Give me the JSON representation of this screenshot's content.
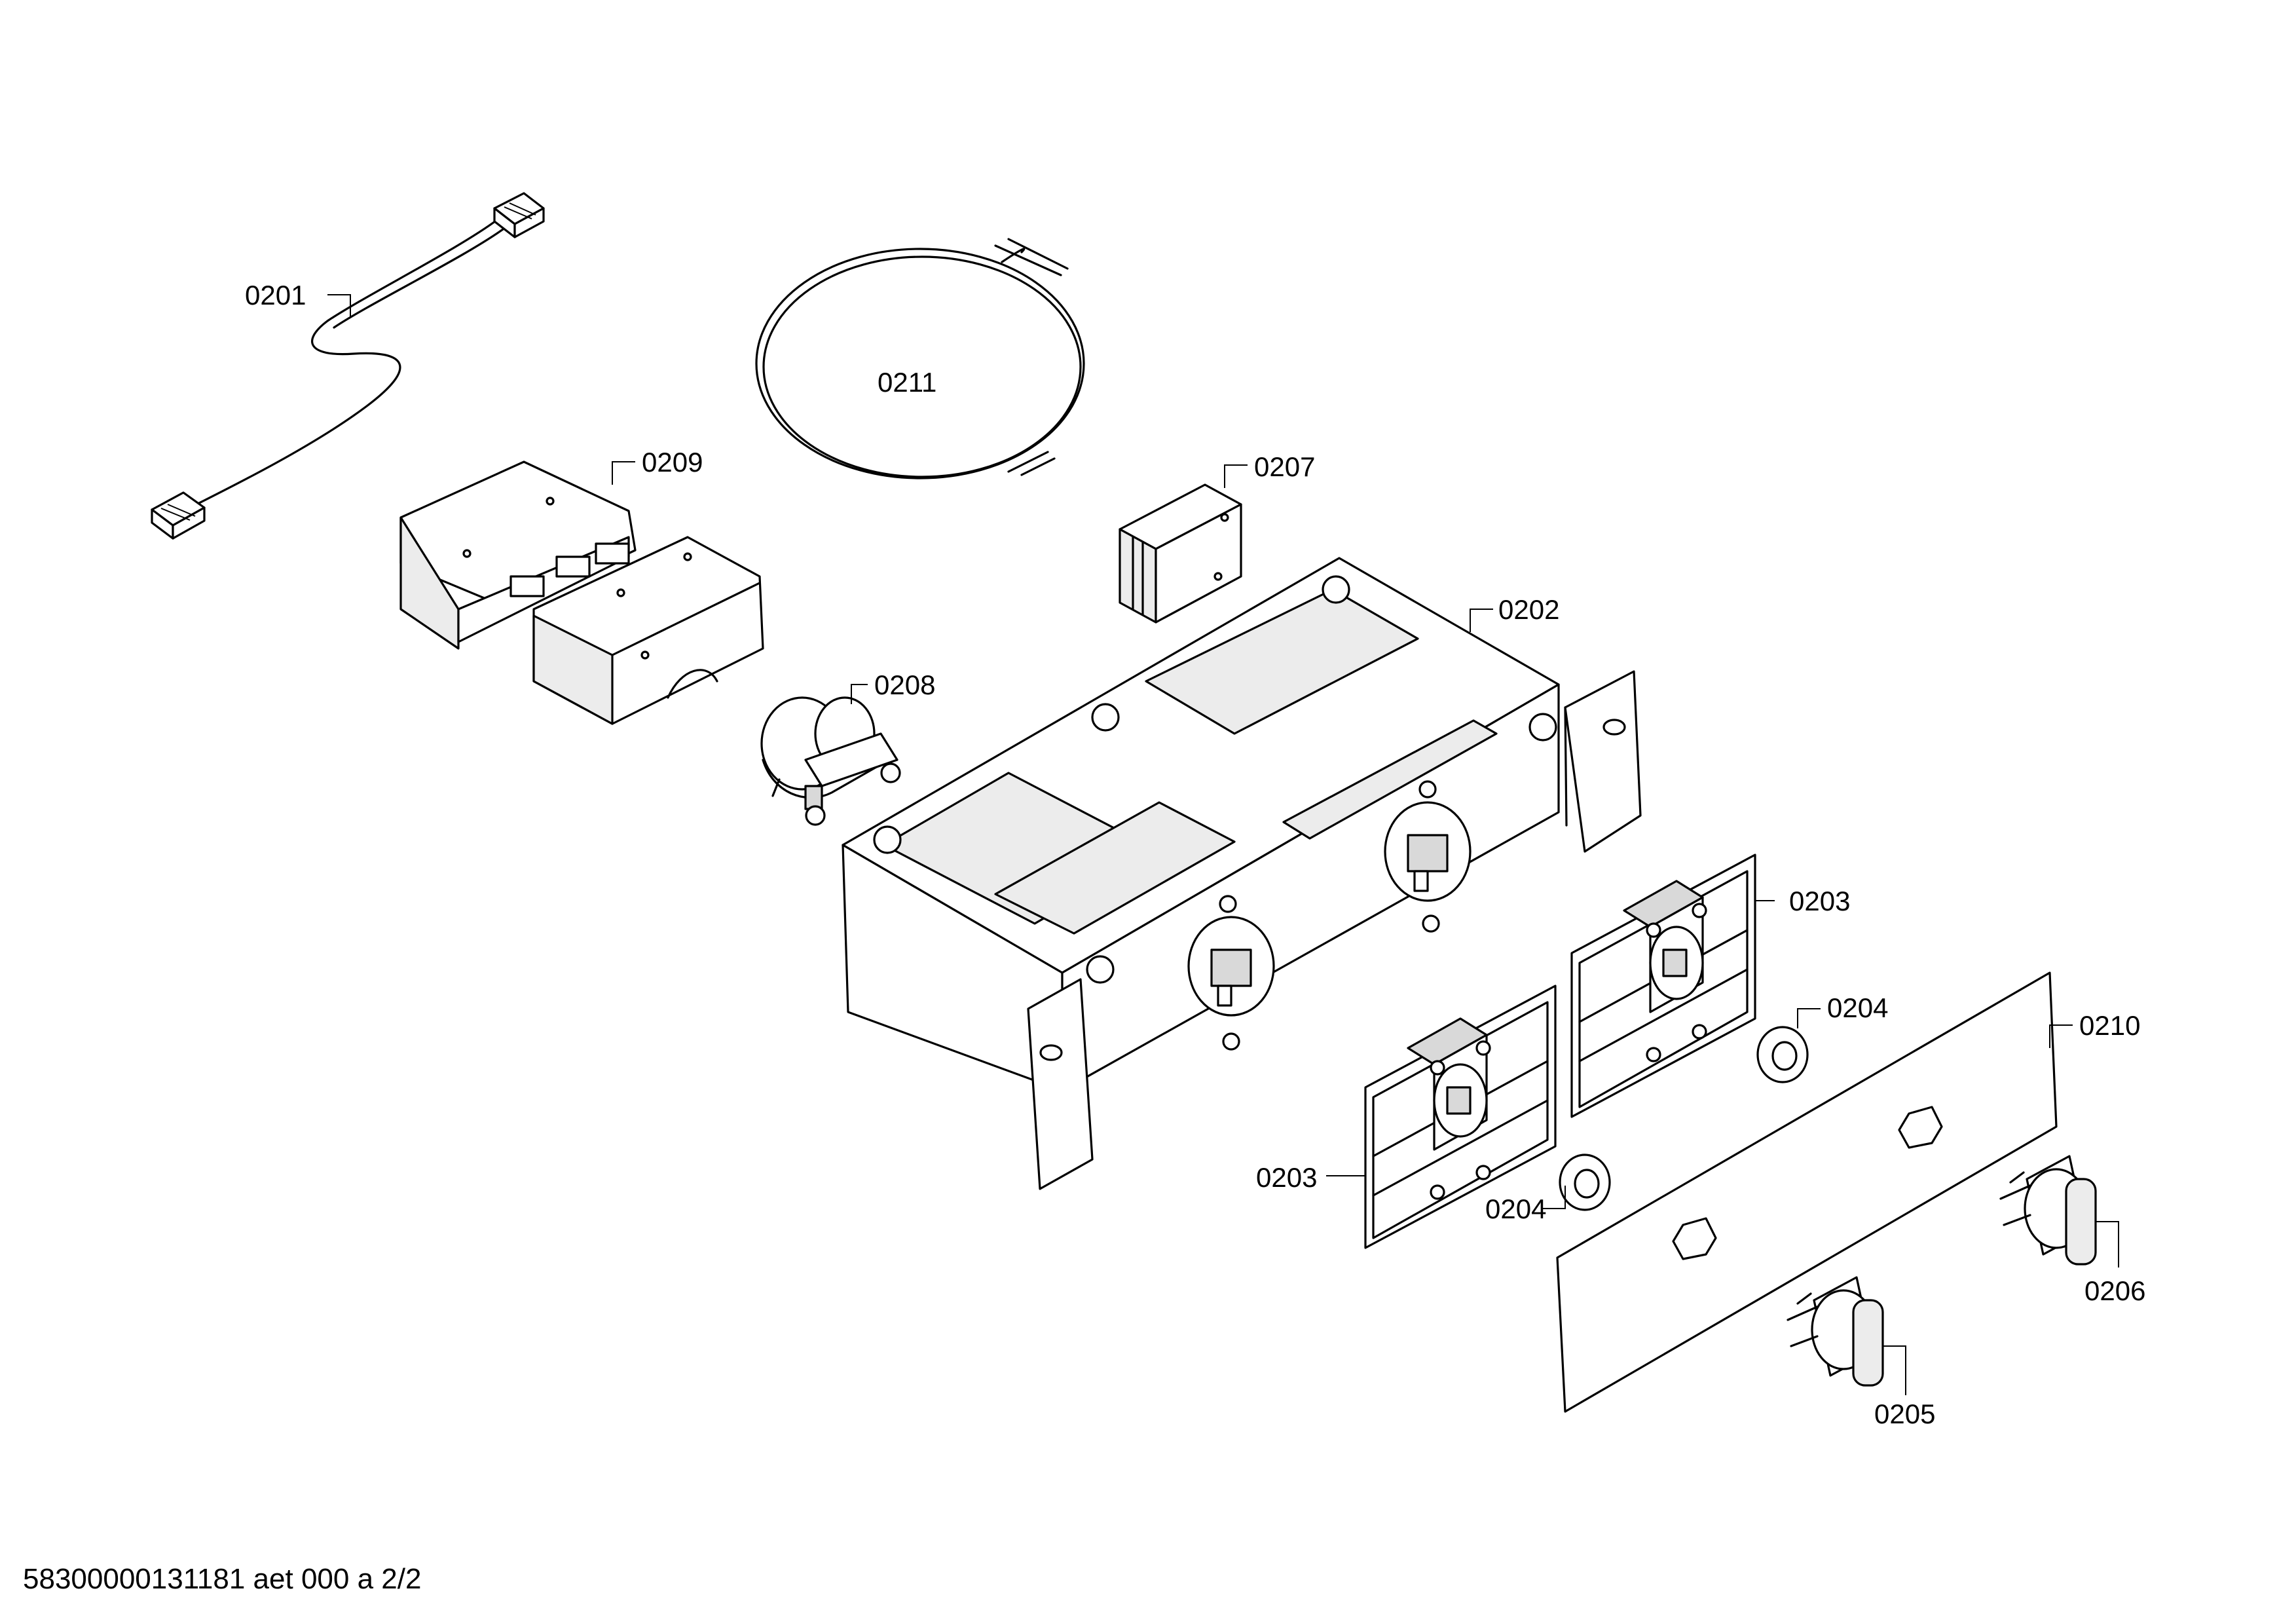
{
  "labels": {
    "p0201": "0201",
    "p0211": "0211",
    "p0209": "0209",
    "p0207": "0207",
    "p0202": "0202",
    "p0208": "0208",
    "p0203a": "0203",
    "p0203b": "0203",
    "p0204a": "0204",
    "p0204b": "0204",
    "p0210": "0210",
    "p0206": "0206",
    "p0205": "0205"
  },
  "footer": {
    "doc_id": "58300000131181 aet 000 a 2/2"
  }
}
